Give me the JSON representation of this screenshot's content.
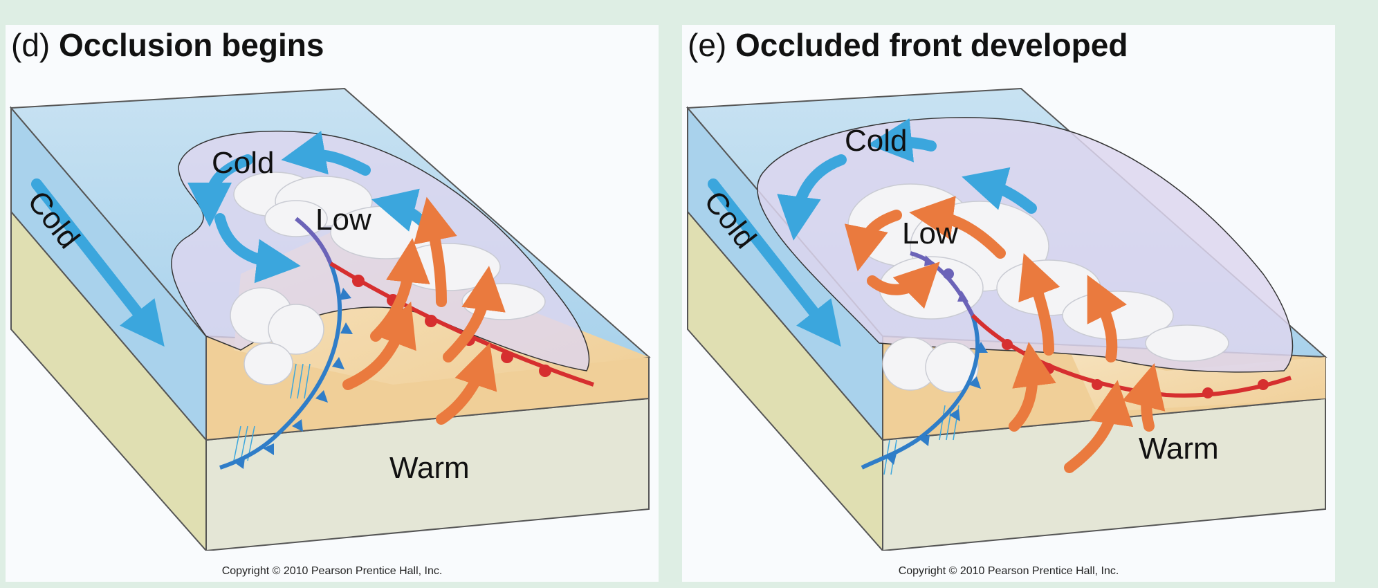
{
  "panels": [
    {
      "letter": "(d)",
      "caption": "Occlusion begins",
      "labels": {
        "cold_side": "Cold",
        "cold_top": "Cold",
        "low": "Low",
        "warm": "Warm"
      },
      "copyright": "Copyright © 2010 Pearson Prentice Hall, Inc."
    },
    {
      "letter": "(e)",
      "caption": "Occluded front developed",
      "labels": {
        "cold_side": "Cold",
        "cold_top": "Cold",
        "low": "Low",
        "warm": "Warm"
      },
      "copyright": "Copyright © 2010 Pearson Prentice Hall, Inc."
    }
  ],
  "colors": {
    "cold_air": "#bddcef",
    "cold_front": "#2f7dc8",
    "warm_front": "#d62f2f",
    "occluded_front": "#6b63b8",
    "warm_air": "#f2d7a8",
    "cold_arrow": "#3ba6dd",
    "warm_arrow": "#ea7a3e"
  }
}
